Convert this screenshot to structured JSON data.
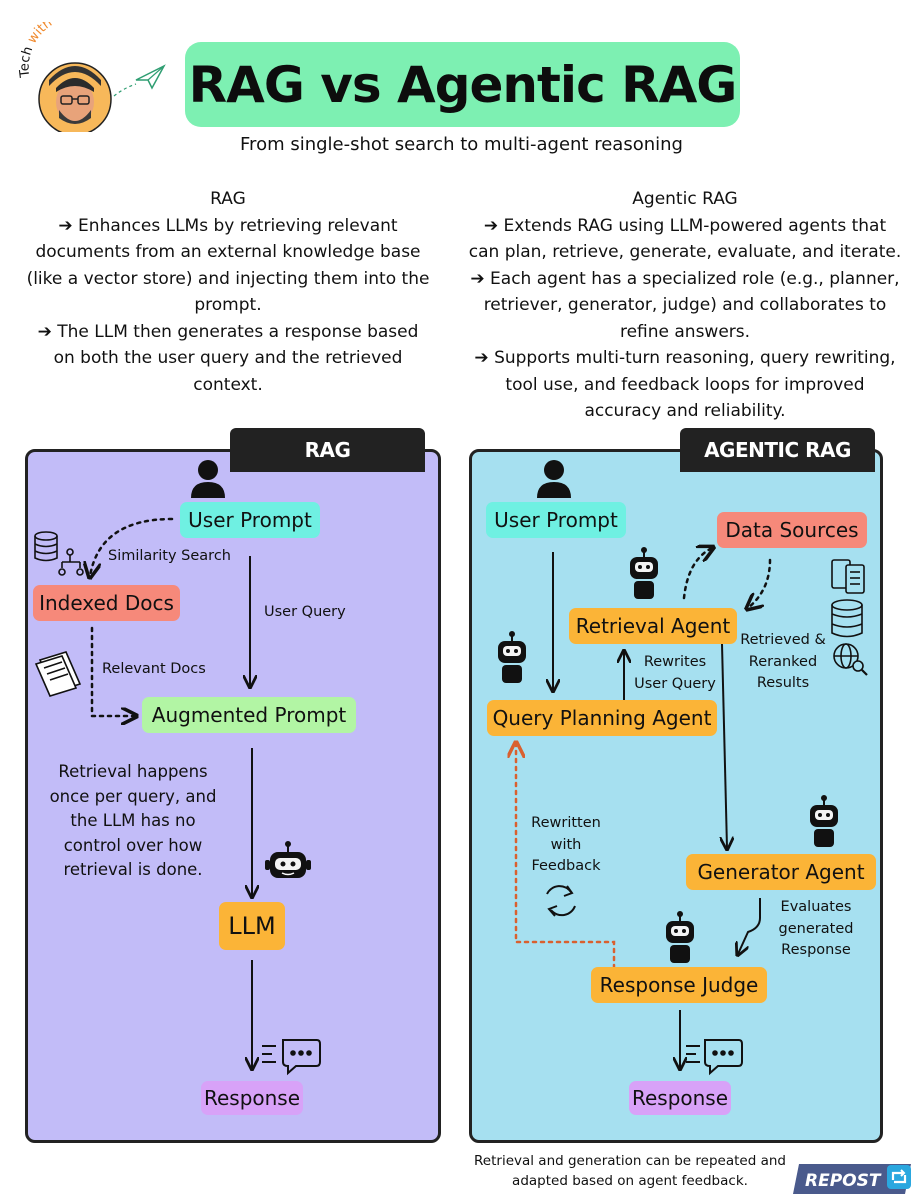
{
  "header": {
    "brand": "Tech with Mak",
    "title": "RAG vs Agentic RAG",
    "subtitle": "From single-shot search to multi-agent reasoning"
  },
  "rag_description": {
    "heading": "RAG",
    "lines": [
      "➔ Enhances LLMs by retrieving relevant",
      "documents from an external knowledge base",
      "(like a vector store) and injecting them into the",
      "prompt.",
      "➔ The LLM then generates a response based",
      "on both the user query and the retrieved",
      "context."
    ]
  },
  "agentic_description": {
    "heading": "Agentic RAG",
    "lines": [
      "➔ Extends RAG using LLM-powered agents that",
      "can plan, retrieve, generate, evaluate, and iterate.",
      "➔ Each agent has a specialized role (e.g., planner,",
      "retriever, generator, judge) and collaborates to",
      "refine answers.",
      "➔ Supports multi-turn reasoning, query rewriting,",
      "tool use, and feedback loops for improved",
      "accuracy and reliability."
    ]
  },
  "rag_diagram": {
    "tab": "RAG",
    "user_prompt": "User Prompt",
    "similarity_search": "Similarity Search",
    "indexed_docs": "Indexed Docs",
    "user_query": "User Query",
    "relevant_docs": "Relevant Docs",
    "augmented_prompt": "Augmented Prompt",
    "note_lines": [
      "Retrieval happens",
      "once per query, and",
      "the LLM has no",
      "control over how",
      "retrieval is done."
    ],
    "llm": "LLM",
    "response": "Response"
  },
  "agentic_diagram": {
    "tab": "AGENTIC RAG",
    "user_prompt": "User Prompt",
    "data_sources": "Data Sources",
    "retrieval_agent": "Retrieval Agent",
    "retrieved_lines": [
      "Retrieved &",
      "Reranked",
      "Results"
    ],
    "rewrites_lines": [
      "Rewrites",
      "User Query"
    ],
    "query_planning_agent": "Query Planning Agent",
    "rewritten_lines": [
      "Rewritten",
      "with",
      "Feedback"
    ],
    "generator_agent": "Generator  Agent",
    "evaluates_lines": [
      "Evaluates",
      "generated",
      "Response"
    ],
    "response_judge": "Response Judge",
    "response": "Response"
  },
  "footnote_lines": [
    "Retrieval and generation can be repeated and",
    "adapted based on agent feedback."
  ],
  "repost_label": "REPOST",
  "colors": {
    "title_bg": "#7df0b2",
    "rag_panel": "#c2bcf8",
    "agentic_panel": "#a6e0f0",
    "teal_node": "#6ff0e2",
    "salmon_node": "#f6897a",
    "green_node": "#b2f5a4",
    "orange_node": "#fbb437",
    "violet_node": "#d8a2f8",
    "feedback_arrow": "#d9602f"
  },
  "icons": [
    "avatar",
    "paper-plane-icon",
    "user-icon",
    "database-tree-icon",
    "documents-icon",
    "robot-icon",
    "chat-response-icon",
    "server-icon",
    "database-icon",
    "globe-search-icon",
    "refresh-cycle-icon",
    "repost-icon"
  ]
}
